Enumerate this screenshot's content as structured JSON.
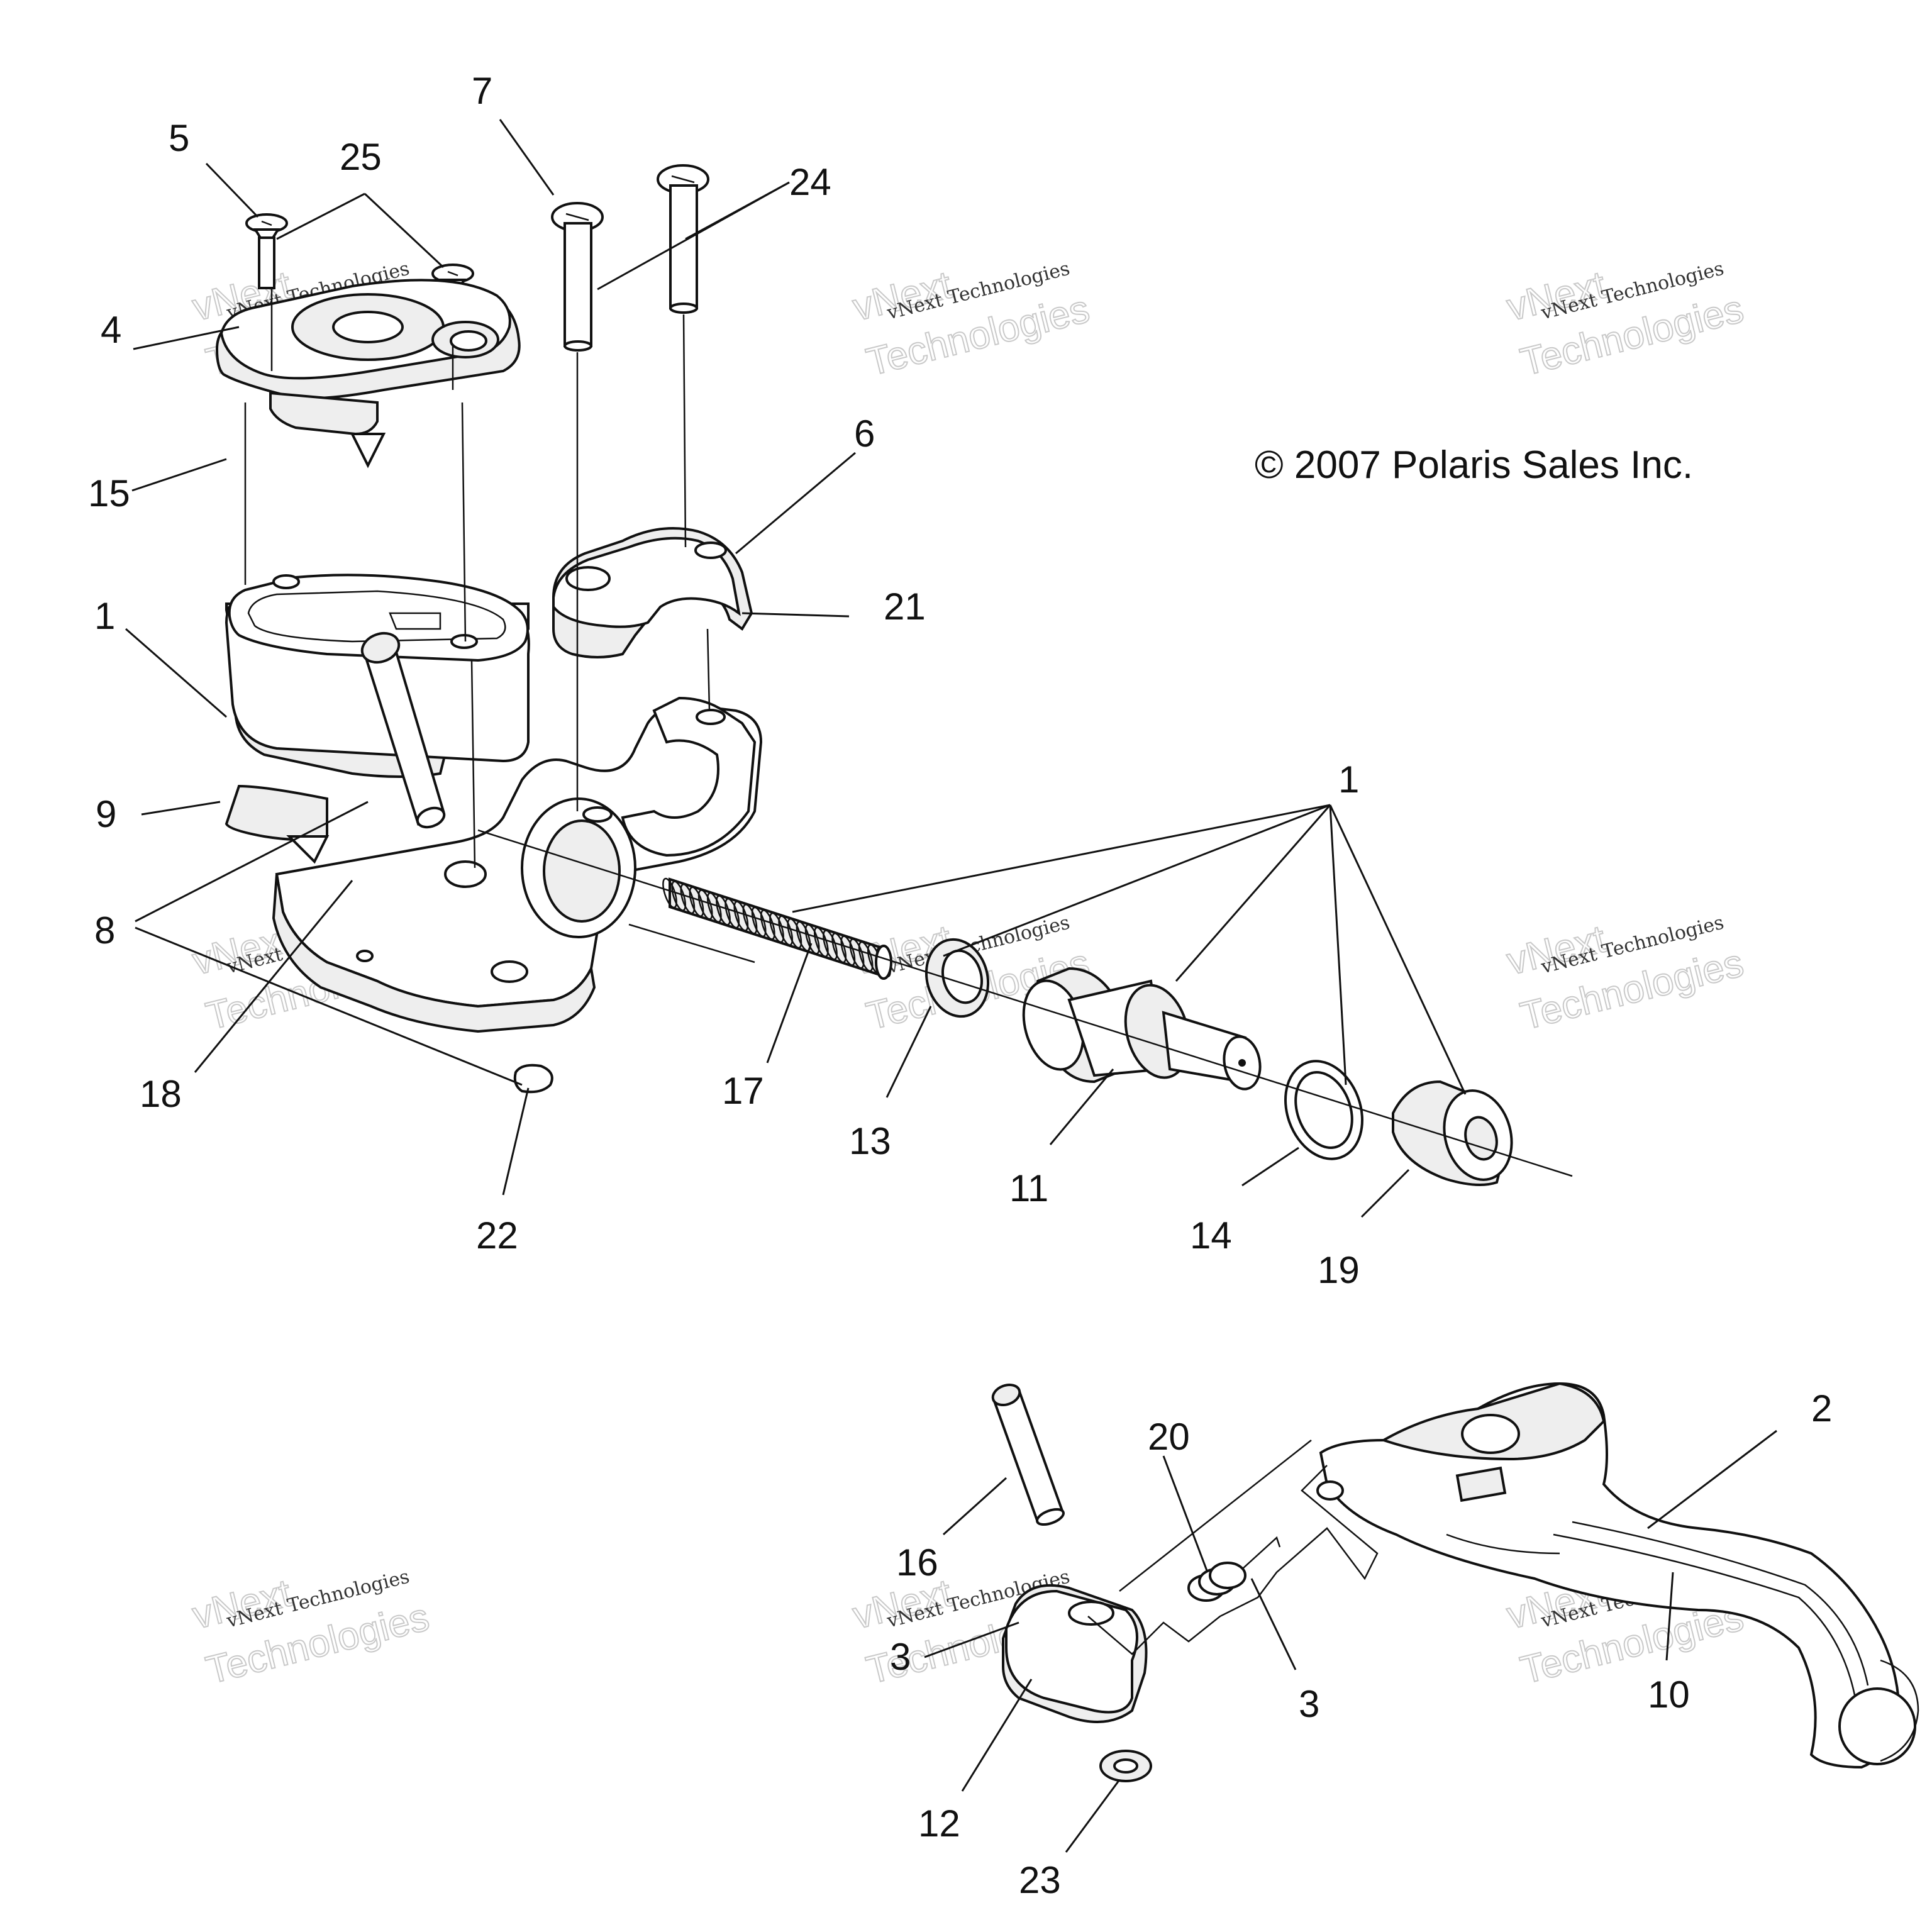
{
  "copyright": "© 2007 Polaris Sales Inc.",
  "watermark": {
    "line1": "vNext Technologies",
    "line2": "vNext",
    "line3": "Technologies"
  },
  "callouts": {
    "c1a": "1",
    "c1b": "1",
    "c2": "2",
    "c3a": "3",
    "c3b": "3",
    "c4": "4",
    "c5": "5",
    "c6": "6",
    "c7": "7",
    "c8": "8",
    "c9": "9",
    "c10": "10",
    "c11": "11",
    "c12": "12",
    "c13": "13",
    "c14": "14",
    "c15": "15",
    "c16": "16",
    "c17": "17",
    "c18": "18",
    "c19": "19",
    "c20": "20",
    "c21": "21",
    "c22": "22",
    "c23": "23",
    "c24": "24",
    "c25": "25"
  }
}
